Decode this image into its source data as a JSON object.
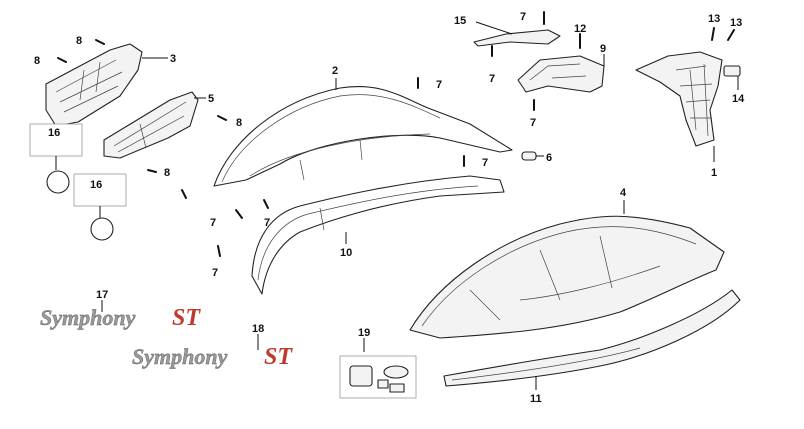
{
  "callouts": {
    "c1": "1",
    "c2": "2",
    "c3": "3",
    "c4": "4",
    "c5": "5",
    "c6": "6",
    "c7a": "7",
    "c7b": "7",
    "c7c": "7",
    "c7d": "7",
    "c7e": "7",
    "c7f": "7",
    "c7g": "7",
    "c7h": "7",
    "c8a": "8",
    "c8b": "8",
    "c8c": "8",
    "c8d": "8",
    "c9": "9",
    "c10": "10",
    "c11": "11",
    "c12": "12",
    "c13a": "13",
    "c13b": "13",
    "c14": "14",
    "c15": "15",
    "c16a": "16",
    "c16b": "16",
    "c17": "17",
    "c18": "18",
    "c19": "19"
  },
  "emblems": {
    "emblem17": {
      "word": "Symphony",
      "suffix": "ST"
    },
    "emblem18": {
      "word": "Symphony",
      "suffix": "ST"
    }
  },
  "colors": {
    "line": "#222222",
    "emblem_text": "#9a9a9a",
    "emblem_accent": "#c0392b"
  }
}
